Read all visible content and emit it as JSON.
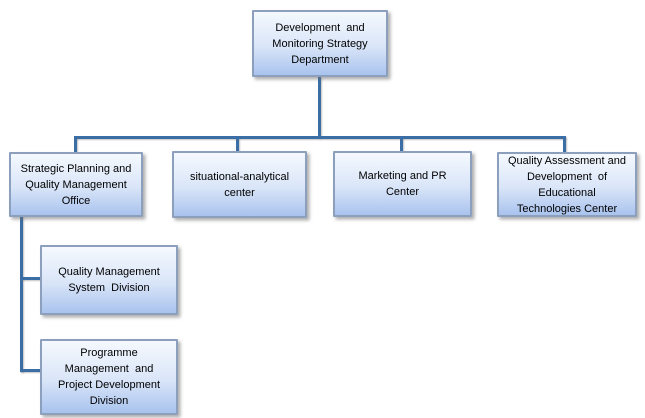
{
  "colors": {
    "connector": "#3A6EA5",
    "box_border": "#8CA0BE",
    "box_fill_top": "#F5F9FE",
    "box_fill_mid": "#D9E5F8",
    "box_fill_bottom": "#A9C3EE"
  },
  "nodes": {
    "root": {
      "label": "Development  and\nMonitoring Strategy\nDepartment"
    },
    "strategic": {
      "label": "Strategic Planning and\nQuality Management\nOffice"
    },
    "situational": {
      "label": "situational-analytical\ncenter"
    },
    "marketing": {
      "label": "Marketing and PR\nCenter"
    },
    "quality_assessment": {
      "label": "Quality Assessment and\nDevelopment  of\nEducational\nTechnologies Center"
    },
    "qms": {
      "label": "Quality Management\nSystem  Division"
    },
    "programme": {
      "label": "Programme\nManagement  and\nProject Development\nDivision"
    }
  }
}
